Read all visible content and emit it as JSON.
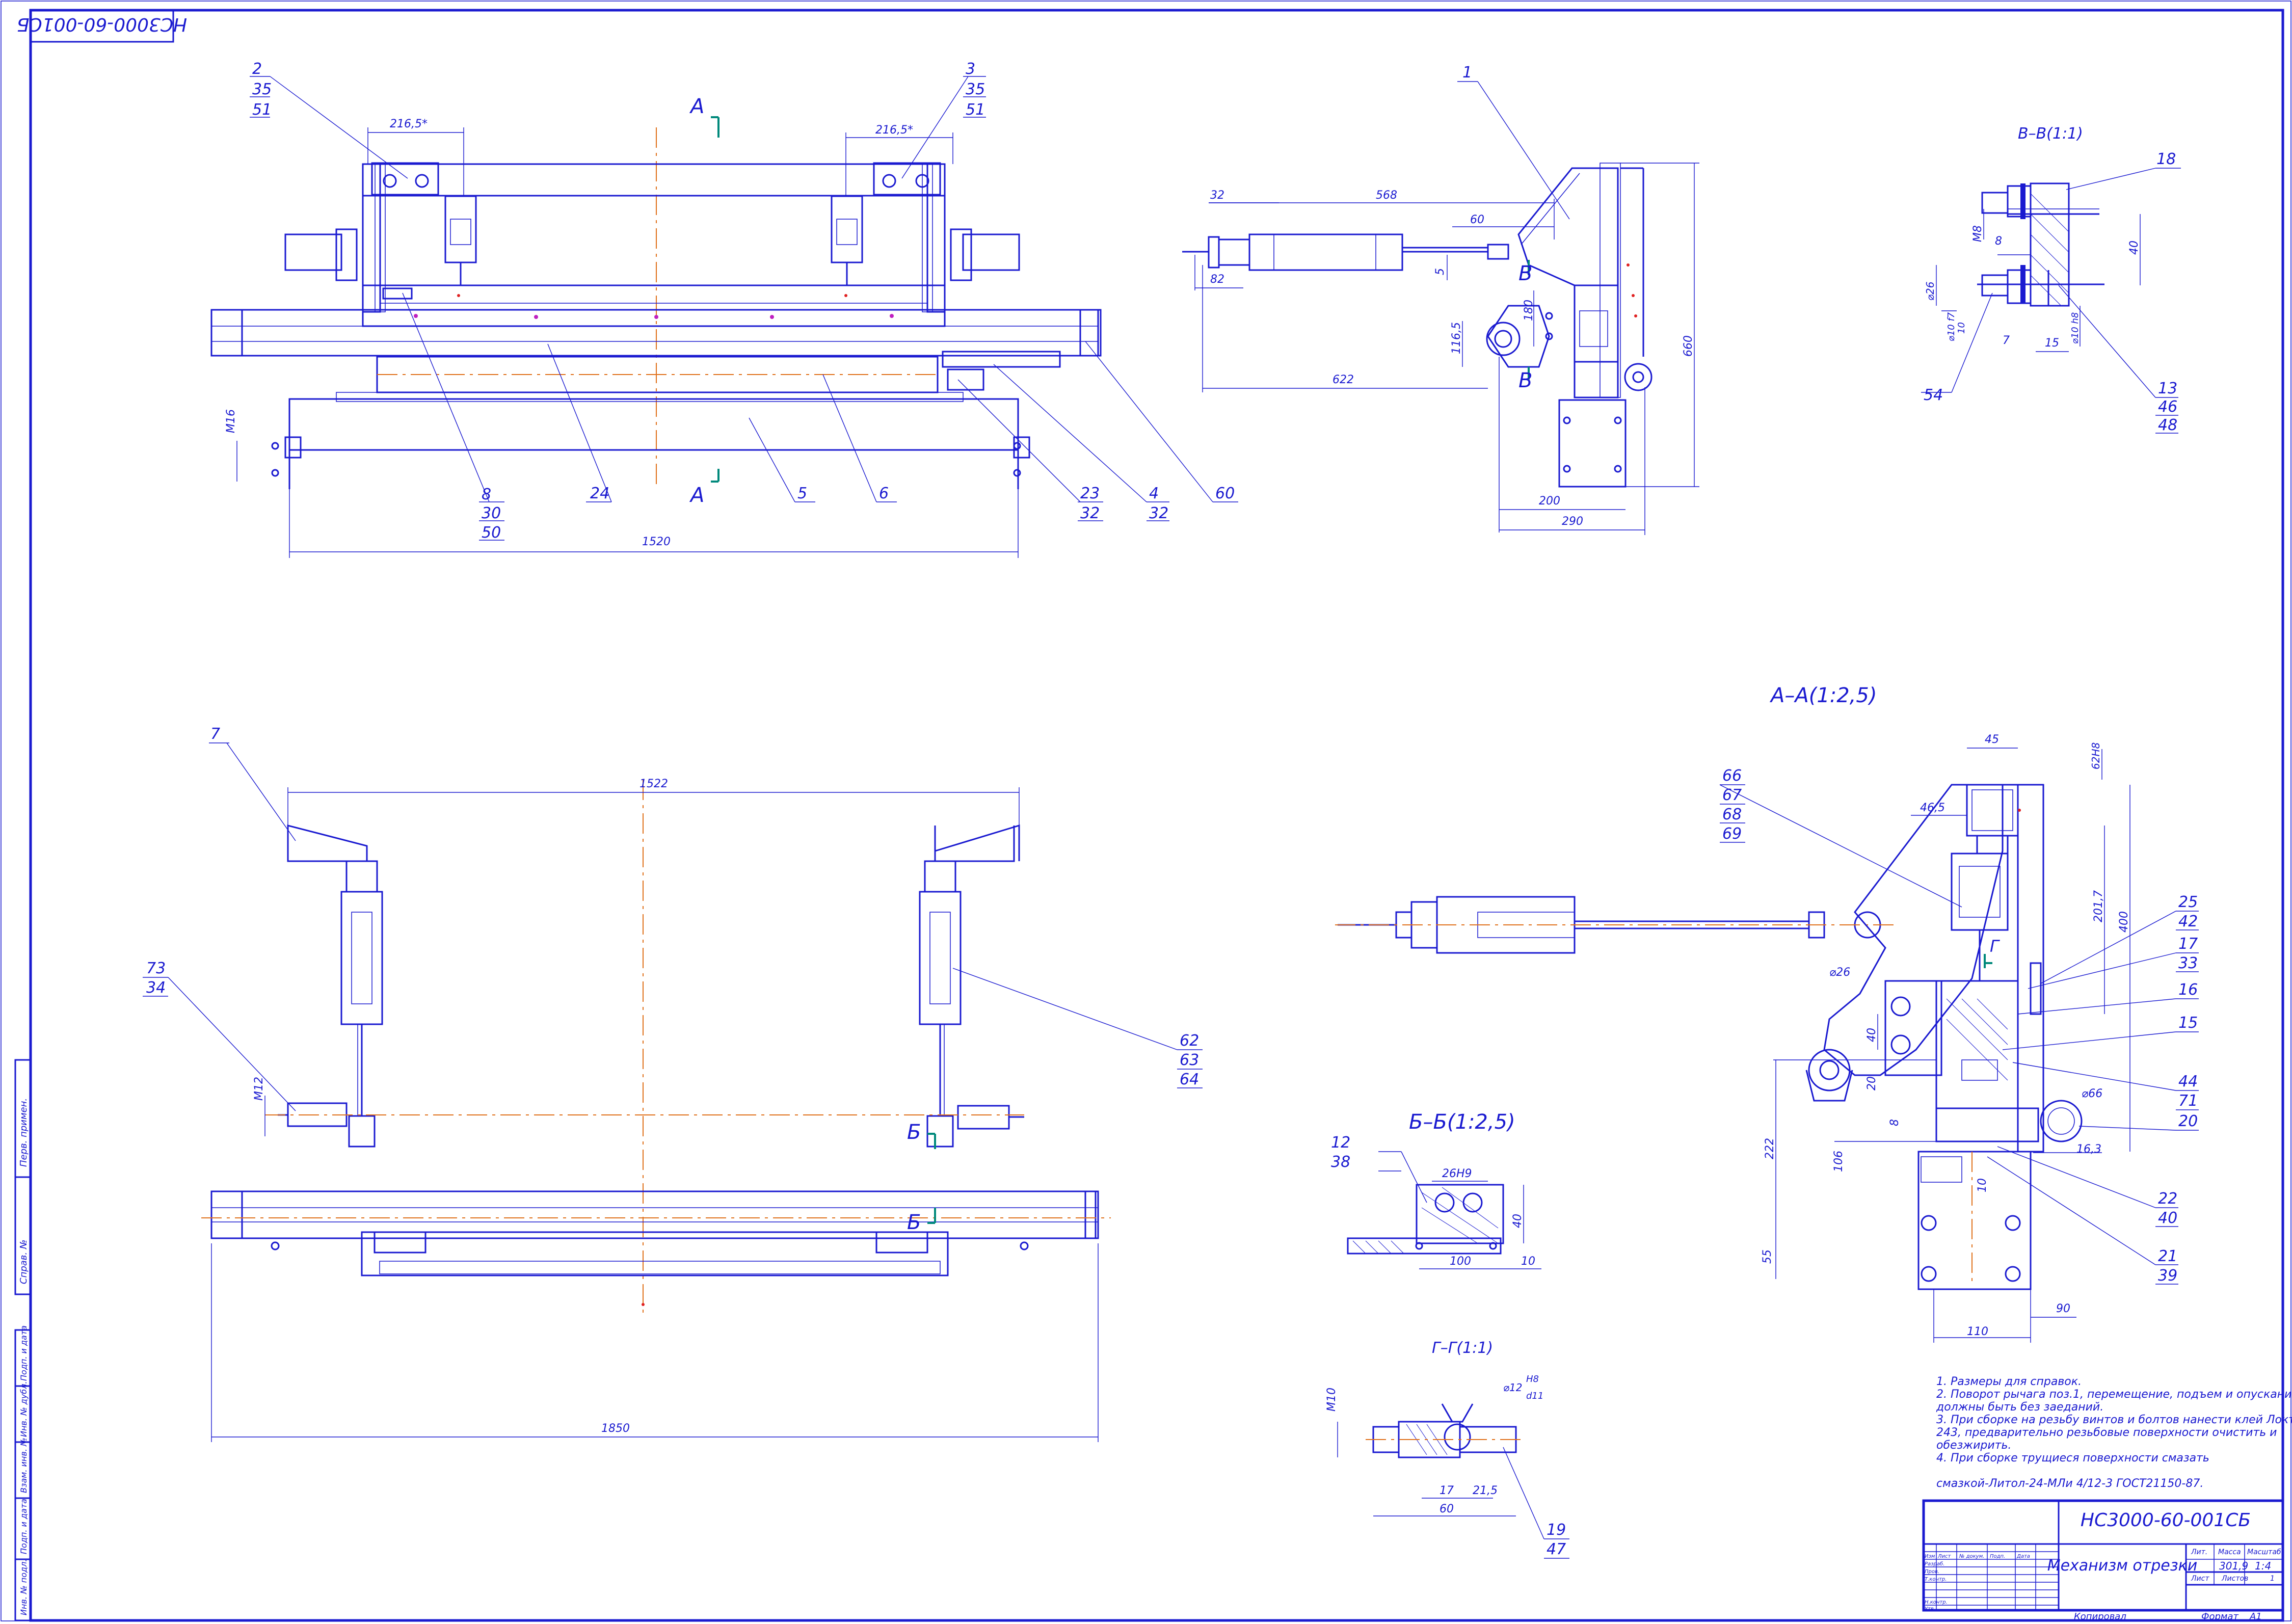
{
  "sheet": {
    "designation": "НС3000-60-001СБ",
    "designation_rotated": "НС3000-60-001СБ",
    "title": "Механизм отрезки",
    "mass": "301,9",
    "scale": "1:4",
    "sheet_label": "Лист",
    "sheets_label": "Листов",
    "sheets_count": "1",
    "copied_label": "Копировал",
    "format_label": "Формат",
    "format_value": "А1",
    "col_lit": "Лит.",
    "col_mass": "Масса",
    "col_scale": "Масштаб",
    "col_izm": "Изм",
    "col_list": "Лист",
    "col_doc": "№ докум.",
    "col_sign": "Подп.",
    "col_date": "Дата",
    "row_razrab": "Разраб.",
    "row_prov": "Пров.",
    "row_tkontr": "Т.контр.",
    "row_nkontr": "Н.контр.",
    "row_utv": "Утв."
  },
  "side_stamps": [
    "Перв. примен.",
    "Справ. №",
    "Подп. и дата",
    "Инв. № дубл.",
    "Взам. инв. №",
    "Подп. и дата",
    "Инв. № подл."
  ],
  "views": {
    "aa": "А–А(1:2,5)",
    "bb": "Б–Б(1:2,5)",
    "vv": "В–В(1:1)",
    "gg": "Г–Г(1:1)",
    "mark_a": "А",
    "mark_b": "Б",
    "mark_v": "В",
    "mark_g": "Г"
  },
  "notes": [
    "1. Размеры для справок.",
    "2. Поворот рычага поз.1, перемещение, подъем и опускание ножа",
    "должны быть без заеданий.",
    "3. При сборке на резьбу винтов и болтов нанести клей Локтайт",
    "243, предварительно резьбовые поверхности очистить и",
    "обезжирить.",
    "4. При сборке трущиеся поверхности смазать",
    "смазкой-Литол-24-МЛи 4/12-3 ГОСТ21150-87."
  ],
  "leaders": {
    "p2": [
      "2",
      "35",
      "51"
    ],
    "p3": [
      "3",
      "35",
      "51"
    ],
    "p8": [
      "8",
      "30",
      "50"
    ],
    "p24": [
      "24"
    ],
    "p5": [
      "5"
    ],
    "p6": [
      "6"
    ],
    "p23": [
      "23",
      "32"
    ],
    "p4": [
      "4",
      "32"
    ],
    "p60": [
      "60"
    ],
    "p1": [
      "1"
    ],
    "p7": [
      "7"
    ],
    "p73": [
      "73",
      "34"
    ],
    "p62": [
      "62",
      "63",
      "64"
    ],
    "p66": [
      "66",
      "67",
      "68",
      "69"
    ],
    "p25": [
      "25",
      "42"
    ],
    "p17": [
      "17",
      "33"
    ],
    "p16": [
      "16"
    ],
    "p15": [
      "15"
    ],
    "p44": [
      "44",
      "71"
    ],
    "p20": [
      "20"
    ],
    "p22": [
      "22",
      "40"
    ],
    "p21": [
      "21",
      "39"
    ],
    "p12": [
      "12",
      "38"
    ],
    "p19": [
      "19",
      "47"
    ],
    "p18": [
      "18"
    ],
    "p54": [
      "54"
    ],
    "p13": [
      "13",
      "46",
      "48"
    ]
  },
  "dims": {
    "d2165a": "216,5*",
    "d2165b": "216,5*",
    "dM16": "М16",
    "d1520": "1520",
    "d32": "32",
    "d568": "568",
    "d60": "60",
    "d82": "82",
    "d5": "5",
    "d1165": "116,5",
    "d180": "180",
    "d622": "622",
    "d660": "660",
    "d200": "200",
    "d290": "290",
    "d1522": "1522",
    "dM12": "М12",
    "d1850": "1850",
    "d45": "45",
    "d465": "46,5",
    "d62H8": "62H8",
    "d2017": "201,7",
    "d400": "400",
    "d26a": "⌀26",
    "d40a": "40",
    "d20": "20",
    "d8": "8",
    "d66": "⌀66",
    "d106": "106",
    "d222": "222",
    "d163": "16,3",
    "d10": "10",
    "d55": "55",
    "d110": "110",
    "d90": "90",
    "d26H9": "26H9",
    "d40b": "40",
    "d100": "100",
    "d10b": "10",
    "dM10": "М10",
    "d12": "⌀12",
    "dH8": "H8",
    "dd11": "d11",
    "d17": "17",
    "d215": "21,5",
    "d60b": "60",
    "dM8": "М8",
    "d8b": "8",
    "d40c": "40",
    "d26b": "⌀26",
    "d10f7": "⌀10 f7",
    "d7": "7",
    "d15": "15",
    "d10h8": "⌀10 h8",
    "d10b2": "10"
  }
}
